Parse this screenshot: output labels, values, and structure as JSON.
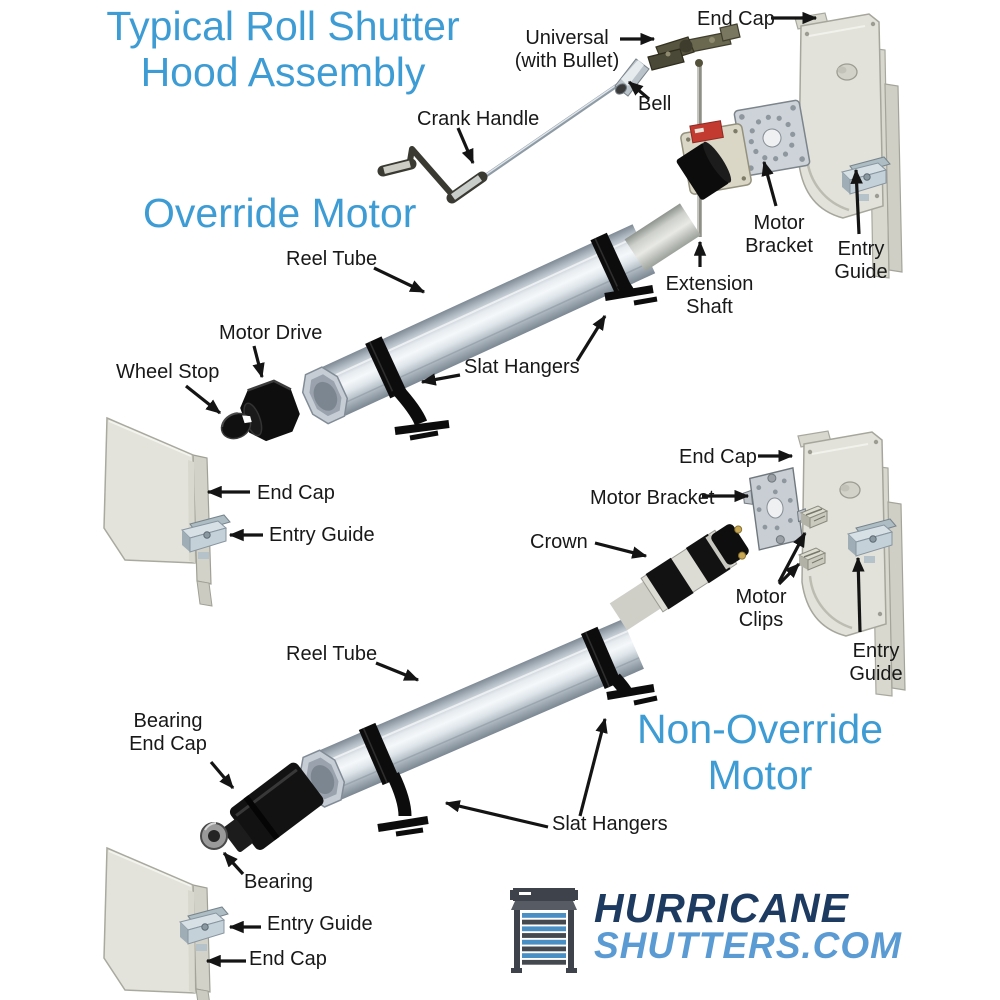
{
  "title": "Typical Roll Shutter\nHood Assembly",
  "colors": {
    "heading_blue": "#3e9cd5",
    "label_text": "#181818",
    "arrow_black": "#141414",
    "logo_navy": "#1d3a60",
    "logo_blue": "#5b9bd3",
    "logo_slat_blue": "#4a8fc4"
  },
  "override_assembly": {
    "heading": "Override Motor",
    "labels": {
      "universal": "Universal\n(with Bullet)",
      "end_cap_top_right": "End Cap",
      "bell": "Bell",
      "crank_handle": "Crank Handle",
      "reel_tube": "Reel Tube",
      "motor_bracket": "Motor\nBracket",
      "extension_shaft": "Extension\nShaft",
      "entry_guide_right": "Entry\nGuide",
      "motor_drive": "Motor Drive",
      "wheel_stop": "Wheel Stop",
      "slat_hangers": "Slat Hangers",
      "end_cap_left": "End Cap",
      "entry_guide_left": "Entry Guide"
    }
  },
  "non_override_assembly": {
    "heading": "Non-Override\nMotor",
    "labels": {
      "end_cap_right": "End Cap",
      "motor_bracket": "Motor Bracket",
      "crown": "Crown",
      "motor_clips": "Motor\nClips",
      "entry_guide_right": "Entry\nGuide",
      "reel_tube": "Reel Tube",
      "slat_hangers": "Slat Hangers",
      "bearing_end_cap": "Bearing\nEnd Cap",
      "bearing": "Bearing",
      "entry_guide_left": "Entry Guide",
      "end_cap_left": "End Cap"
    }
  },
  "logo": {
    "brand_top": "HURRICANE",
    "brand_bottom": "SHUTTERS.COM",
    "icon": "roll-shutter-icon"
  }
}
